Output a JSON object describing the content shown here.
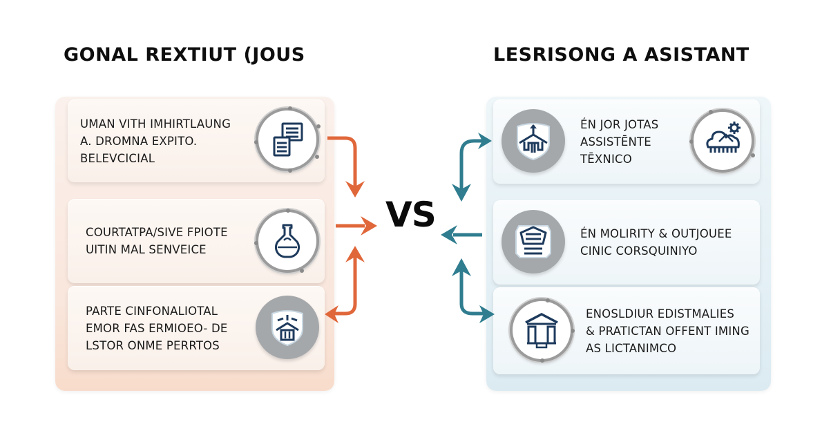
{
  "left_column": {
    "title": "GONAL REXTIUT (JOUS",
    "accent_color": "#e0673a",
    "cards": [
      {
        "lines": [
          "UMAN VITH IMHIRTLAUNG",
          "A. DROMNA EXPITO.",
          "BELEVCICIAL"
        ],
        "icon": "documents-icon"
      },
      {
        "lines": [
          "COURTATPA/SIVE FPIOTE",
          "UITIN MAL SENVEICE"
        ],
        "icon": "flask-icon"
      },
      {
        "lines": [
          "PARTE CINFONALIOTAL",
          "EMOR FAS ERMIOEO- DE",
          "LSTOR ONME PERRTOS"
        ],
        "icon": "shield-building-icon"
      }
    ]
  },
  "center": {
    "label": "VS"
  },
  "right_column": {
    "title": "LESRISONG A ASISTANT",
    "accent_color": "#2f7d8f",
    "cards": [
      {
        "lines": [
          "ÉN JOR JOTAS",
          "ASSISTĒNTE",
          "TĒXNICO"
        ],
        "icon_left": "shield-house-icon",
        "icon_right": "cloud-gear-icon"
      },
      {
        "lines": [
          "ÉN MOLIRITY & OUTJOUEE",
          "CINIC CORSQUINIYO"
        ],
        "icon_left": "pentagon-list-icon"
      },
      {
        "lines": [
          "ENOSLDIUR EDISTMALIES",
          "& PRATICTAN OFFENT IMING",
          "AS LICTANIMCO"
        ],
        "icon_left": "bank-building-icon"
      }
    ]
  },
  "colors": {
    "navy_icon": "#1d3a5c",
    "left_panel_bg": "#f9e6dc",
    "right_panel_bg": "#e4f0f5"
  }
}
